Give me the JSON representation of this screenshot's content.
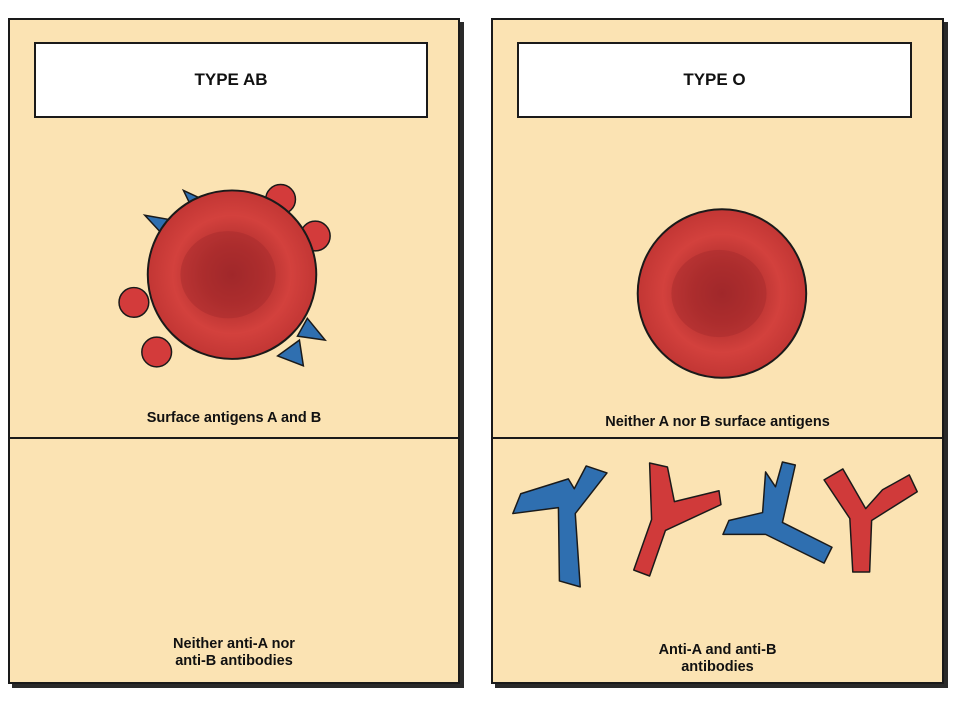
{
  "panels": [
    {
      "title": "TYPE AB",
      "antigen_caption": "Surface antigens A and B",
      "antibody_caption_line1": "Neither anti-A nor",
      "antibody_caption_line2": "anti-B antibodies"
    },
    {
      "title": "TYPE O",
      "antigen_caption": "Neither A nor B surface antigens",
      "antibody_caption_line1": "Anti-A and anti-B",
      "antibody_caption_line2": "antibodies"
    }
  ],
  "colors": {
    "panel_bg": "#fbe3b3",
    "cell_red": "#c9393a",
    "cell_center": "#a52a2c",
    "antigen_a_red": "#d33b3b",
    "antigen_b_blue": "#2f6fb0",
    "antibody_red": "#d03a3a",
    "antibody_blue": "#2f6fb0"
  }
}
